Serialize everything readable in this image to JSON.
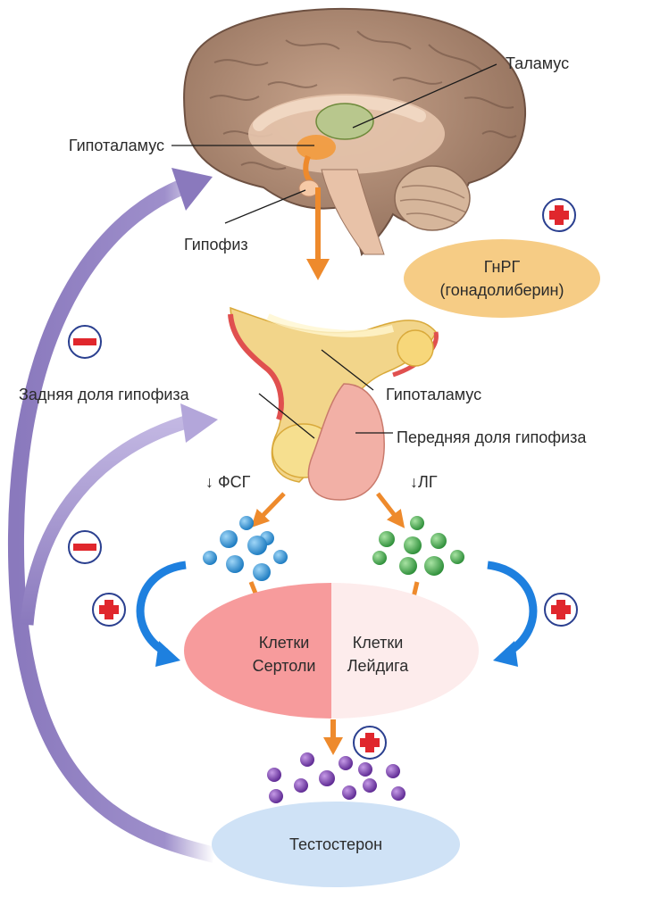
{
  "labels": {
    "thalamus": "Таламус",
    "hypothalamus_brain": "Гипоталамус",
    "pituitary": "Гипофиз",
    "gnrh_line1": "ГнРГ",
    "gnrh_line2": "(гонадолиберин)",
    "posterior_lobe": "Задняя доля гипофиза",
    "hypothalamus_pit": "Гипоталамус",
    "anterior_lobe": "Передняя доля гипофиза",
    "fsh": "↓ ФСГ",
    "lh": "↓ЛГ",
    "sertoli_line1": "Клетки",
    "sertoli_line2": "Сертоли",
    "leydig_line1": "Клетки",
    "leydig_line2": "Лейдига",
    "testosterone": "Тестостерон"
  },
  "signs": {
    "negative": "−",
    "positive": "+"
  },
  "colors": {
    "feedback_arrow": "#a99bd0",
    "hormone_arrow": "#ee8a2c",
    "stimulation_arrow": "#1e80df",
    "gnrh_fill": "#f6cc85",
    "sertoli_fill": "#f79b9c",
    "leydig_fill": "#fdecec",
    "testosterone_fill": "#cfe2f6",
    "fsh_dots": "#2f9bd8",
    "lh_dots": "#3fae4a",
    "testosterone_dots": "#7a3fb0",
    "sign_ring": "#2a3f8f",
    "sign_mark": "#e0272d"
  }
}
